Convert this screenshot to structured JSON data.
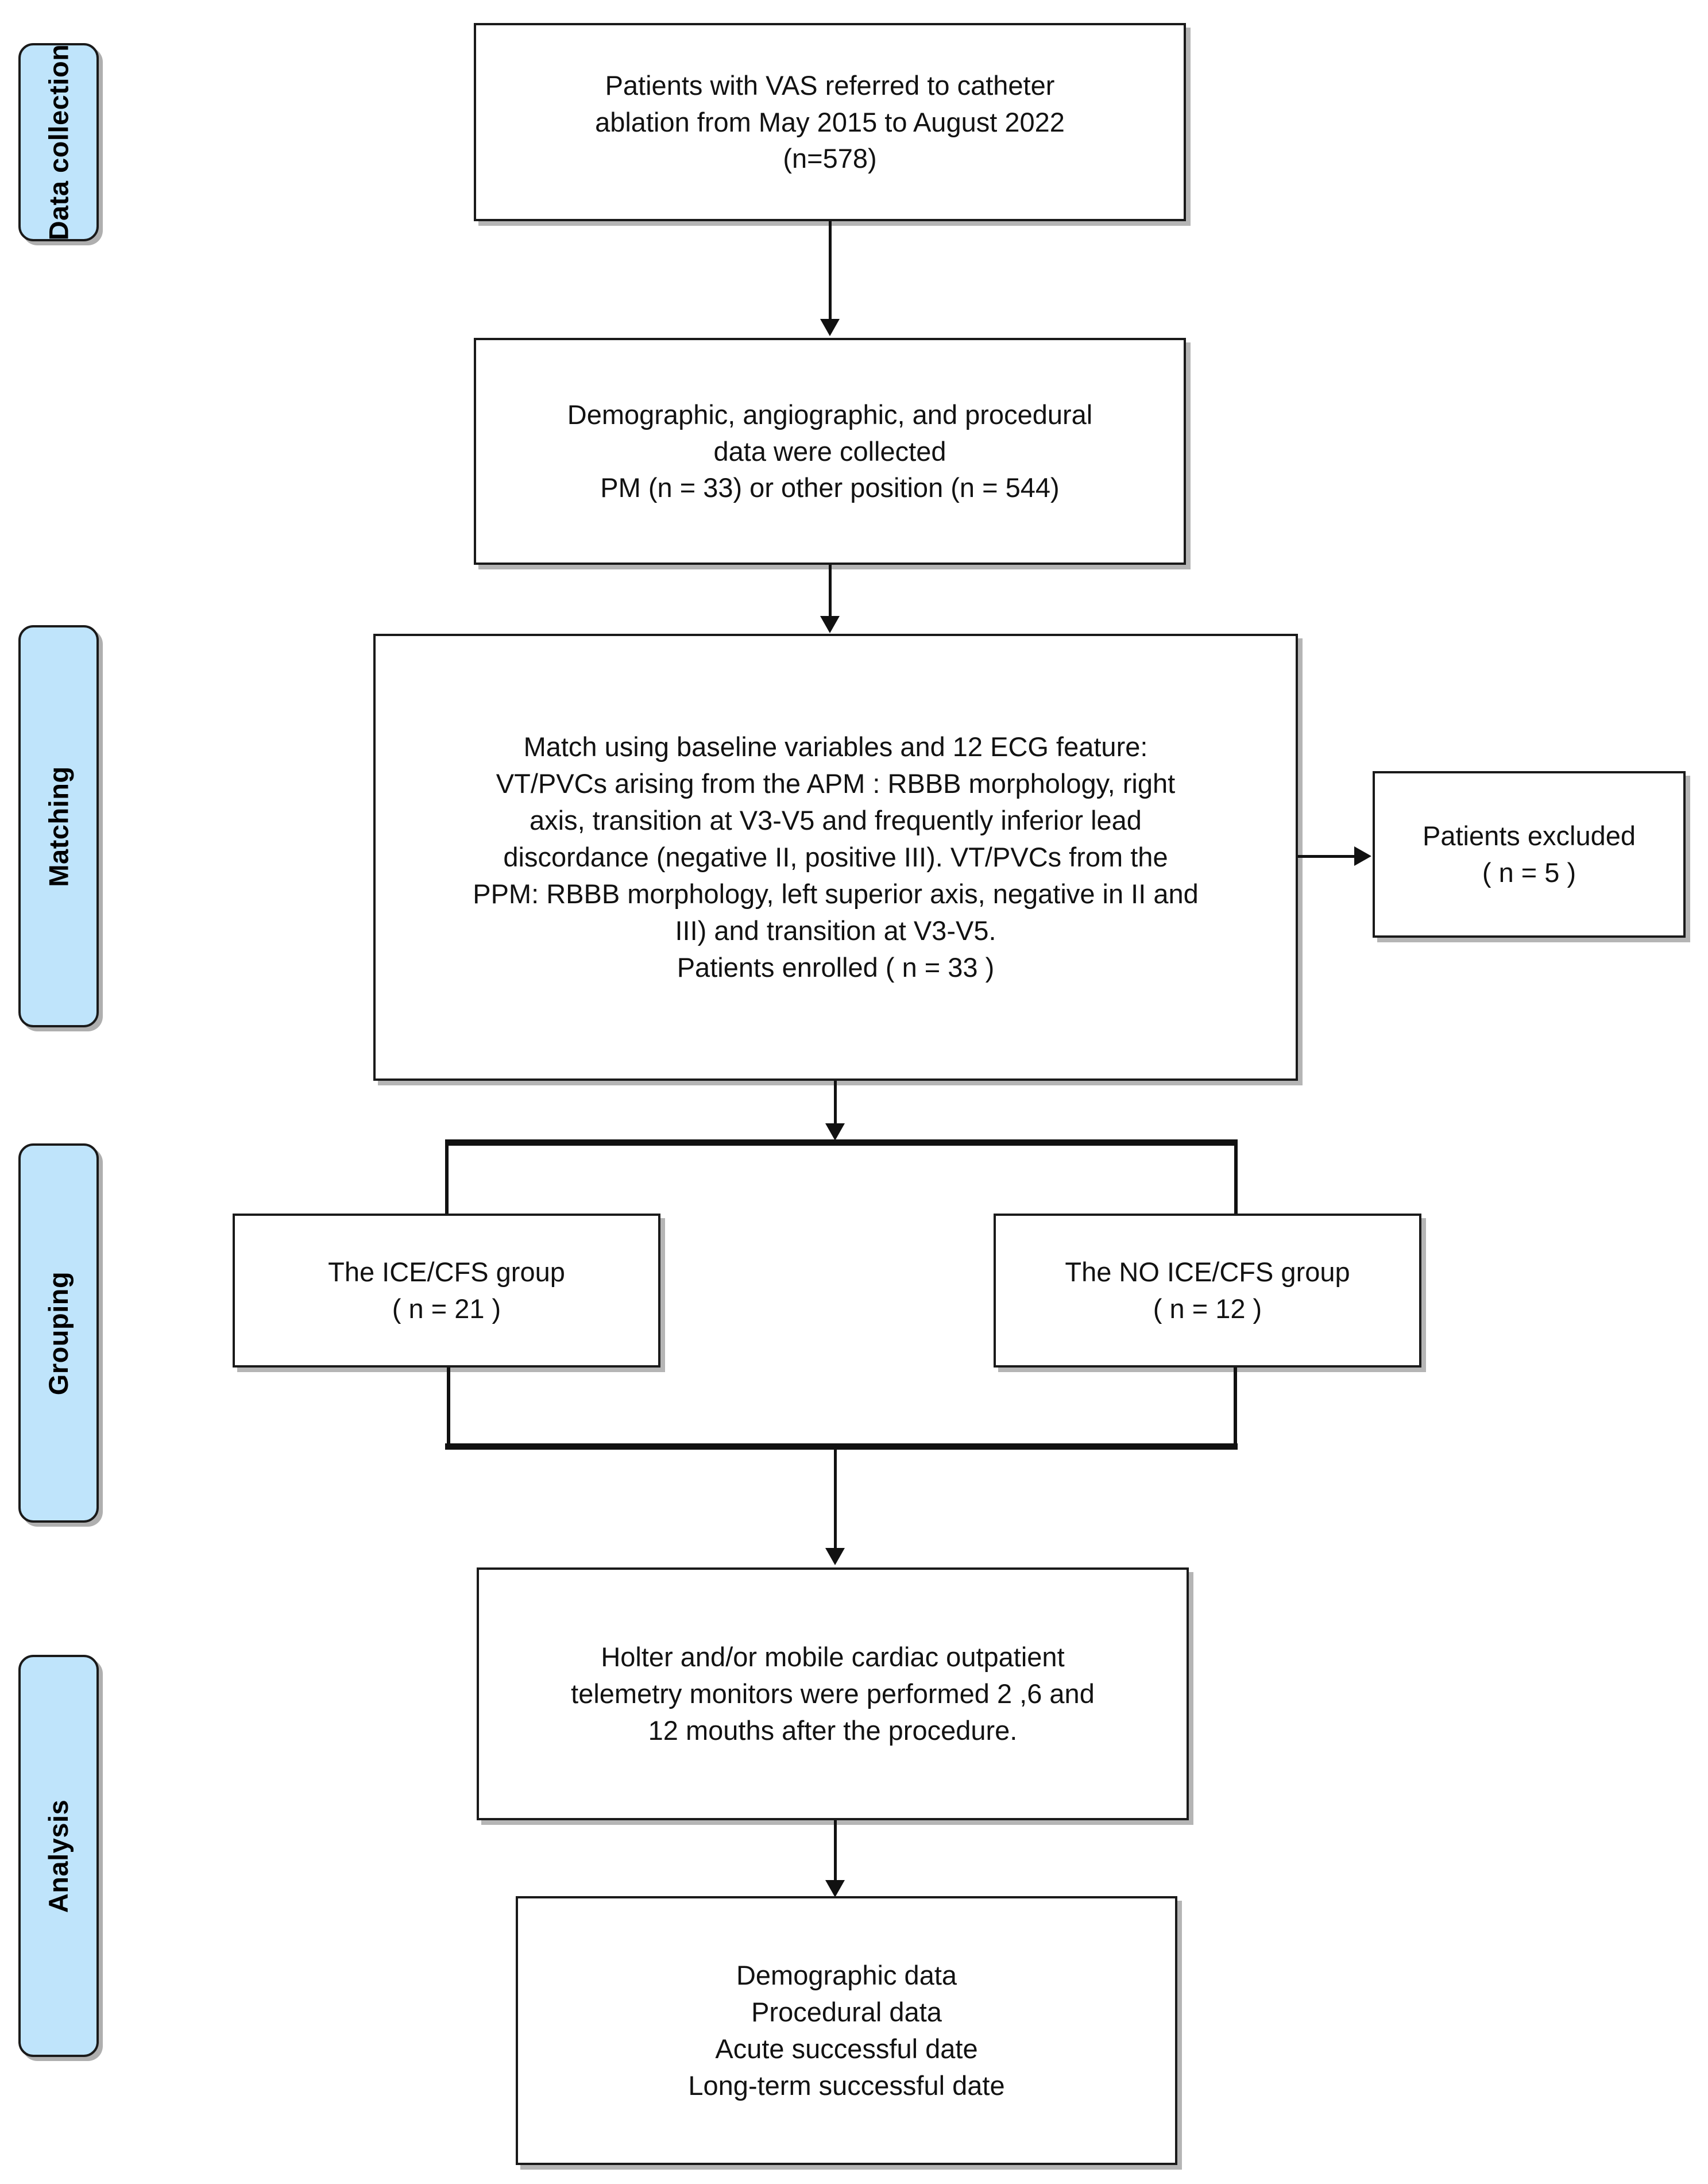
{
  "figure": {
    "type": "flowchart",
    "orientation": "top-to-bottom",
    "background": "#ffffff",
    "stage_tab_color": "#bfe4fb",
    "line_color": "#111111"
  },
  "stages": [
    {
      "label": "Data collection"
    },
    {
      "label": "Matching"
    },
    {
      "label": "Grouping"
    },
    {
      "label": "Analysis"
    }
  ],
  "nodes": {
    "enrollment": "Patients with VAS referred to catheter\nablation from May 2015 to August 2022\n(n=578)",
    "data_collected": "Demographic, angiographic, and procedural\ndata were collected\nPM (n = 33) or other position (n = 544)",
    "matching": "Match using baseline variables and 12 ECG feature:\nVT/PVCs arising from the APM : RBBB morphology, right\naxis, transition at V3-V5 and frequently inferior lead\ndiscordance (negative II, positive III). VT/PVCs from the\nPPM: RBBB morphology, left superior axis, negative in II and\nIII) and transition at V3-V5.\nPatients enrolled  ( n = 33 )",
    "excluded": "Patients excluded\n( n = 5 )",
    "group_ice": "The ICE/CFS group\n( n =  21 )",
    "group_no_ice": "The NO ICE/CFS group\n( n = 12 )",
    "followup": "Holter and/or mobile cardiac outpatient\ntelemetry monitors were performed 2 ,6 and\n12 mouths after the procedure.",
    "outcomes": "Demographic data\nProcedural data\nAcute successful date\nLong-term successful date"
  }
}
